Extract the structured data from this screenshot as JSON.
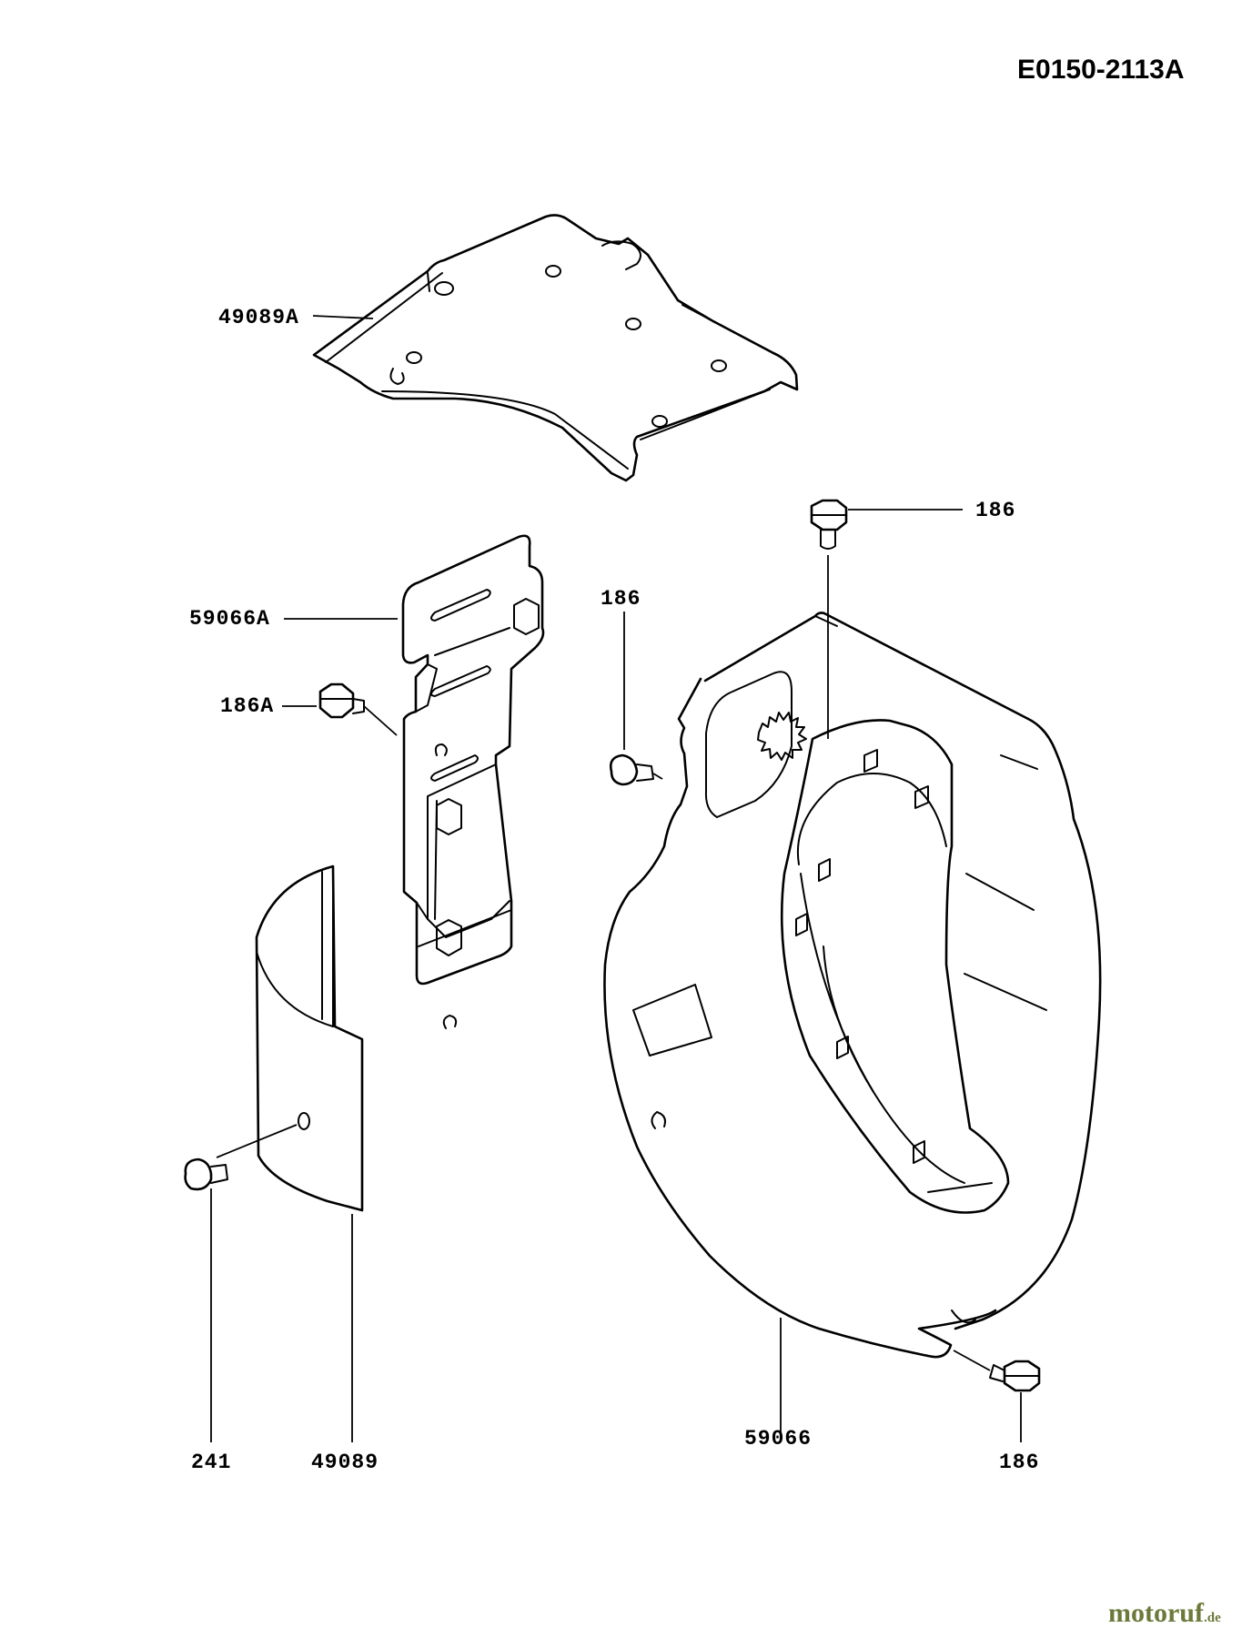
{
  "diagram": {
    "code": "E0150-2113A",
    "labels": {
      "top_plate": "49089A",
      "bracket": "59066A",
      "bracket_bolt": "186A",
      "screw_top": "186",
      "screw_mid": "186",
      "screw_bottom": "186",
      "cover_screw": "241",
      "cover": "49089",
      "housing": "59066"
    }
  },
  "watermark": {
    "brand": "motoruf",
    "tld": ".de",
    "accent_color": "#6b7a3a"
  }
}
